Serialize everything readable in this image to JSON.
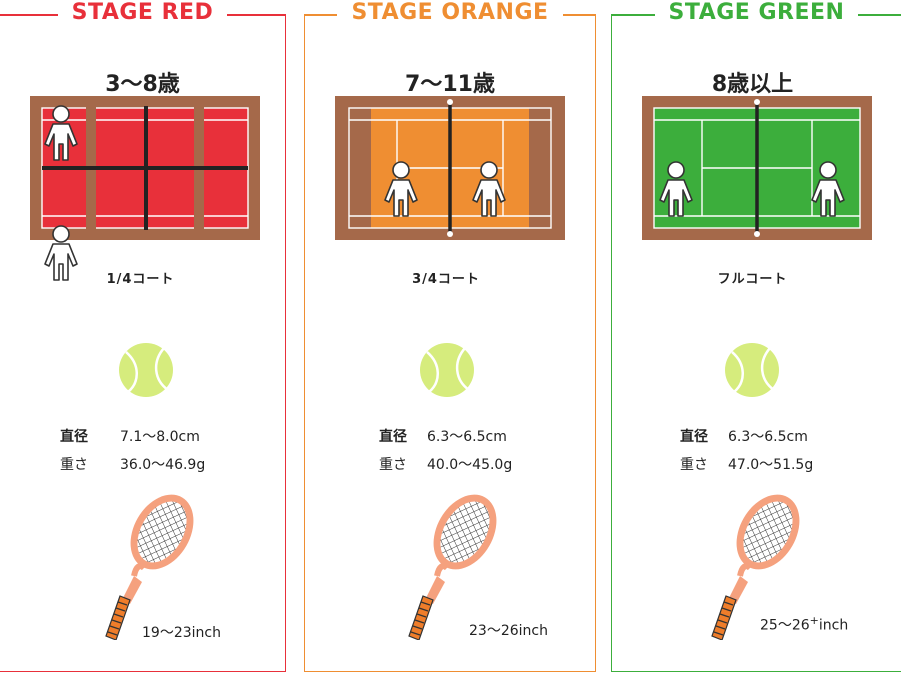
{
  "colors": {
    "red": "#e8303a",
    "orange": "#ef8e32",
    "green": "#3cae3c",
    "clay": "#a5694a",
    "ball": "#d6ec7d"
  },
  "stages": [
    {
      "title": "STAGE RED",
      "age": "3〜8歳",
      "court_label": "1/4コート",
      "diameter_label": "直径",
      "diameter": "7.1〜8.0cm",
      "weight_label": "重さ",
      "weight": "36.0〜46.9g",
      "racket_size": "19〜23inch"
    },
    {
      "title": "STAGE ORANGE",
      "age": "7〜11歳",
      "court_label": "3/4コート",
      "diameter_label": "直径",
      "diameter": "6.3〜6.5cm",
      "weight_label": "重さ",
      "weight": "40.0〜45.0g",
      "racket_size": "23〜26inch"
    },
    {
      "title": "STAGE GREEN",
      "age": "8歳以上",
      "court_label": "フルコート",
      "diameter_label": "直径",
      "diameter": "6.3〜6.5cm",
      "weight_label": "重さ",
      "weight": "47.0〜51.5g",
      "racket_size_main": "25〜26",
      "racket_size_sup": "+",
      "racket_size_unit": "inch"
    }
  ]
}
